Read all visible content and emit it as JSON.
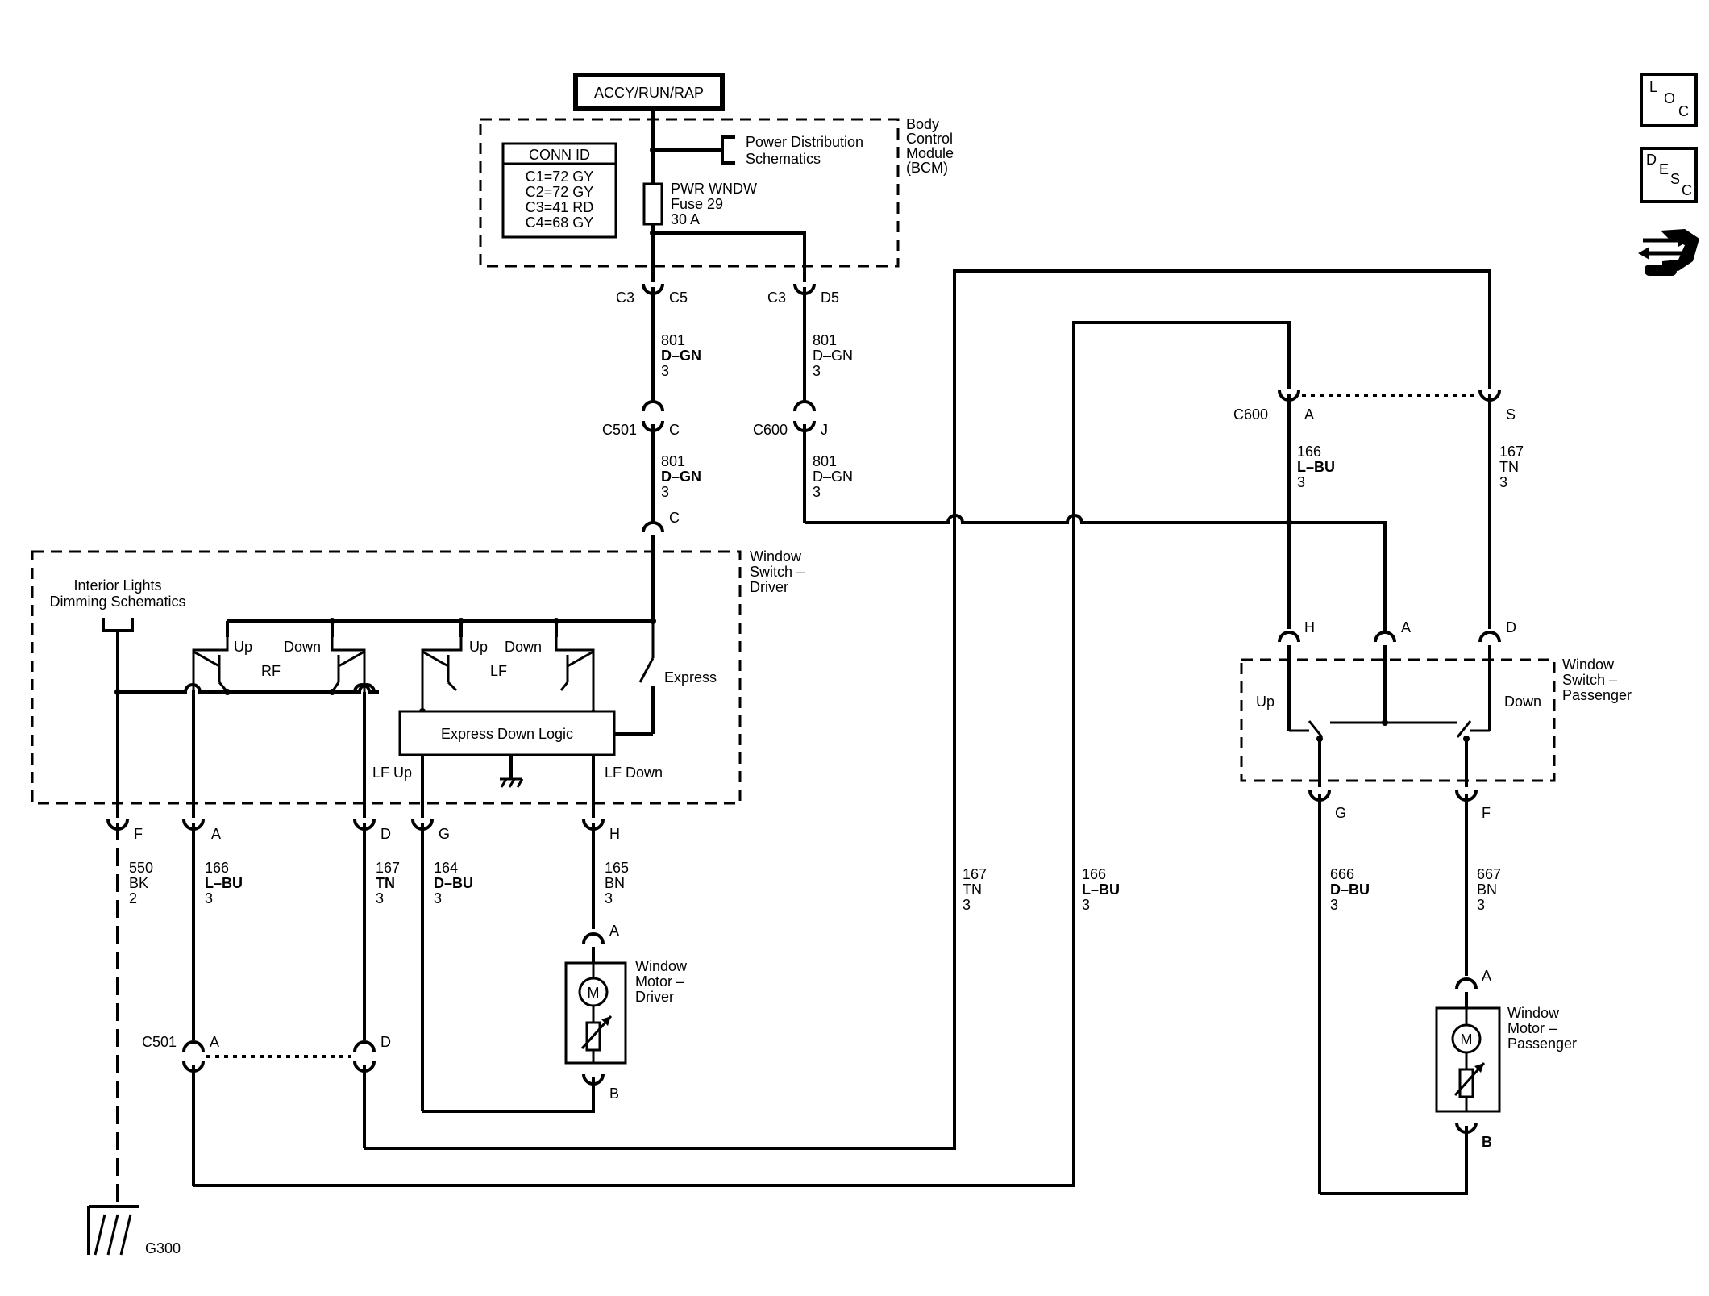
{
  "power": {
    "label": "ACCY/RUN/RAP"
  },
  "bcm": {
    "title": [
      "Body",
      "Control",
      "Module",
      "(BCM)"
    ],
    "conn_id_title": "CONN ID",
    "conn_id": [
      "C1=72 GY",
      "C2=72 GY",
      "C3=41 RD",
      "C4=68 GY"
    ],
    "pds": [
      "Power Distribution",
      "Schematics"
    ],
    "fuse": [
      "PWR WNDW",
      "Fuse 29",
      "30 A"
    ]
  },
  "connectors": {
    "c3_left": "C3",
    "c5": "C5",
    "c3_right": "C3",
    "d5": "D5",
    "c501": "C501",
    "c501_pin": "C",
    "c600_left": "C600",
    "c600_left_pin": "J",
    "sw_c": "C",
    "c600": "C600",
    "c600_a": "A",
    "c600_s": "S",
    "ps_h": "H",
    "ps_a": "A",
    "ps_d": "D",
    "ps_g": "G",
    "ps_f": "F",
    "ds_f": "F",
    "ds_a": "A",
    "ds_d": "D",
    "ds_g": "G",
    "ds_h": "H",
    "md_a": "A",
    "md_b": "B",
    "c501b": "C501",
    "c501b_a": "A",
    "c501b_d": "D",
    "mp_a": "A",
    "mp_b": "B",
    "ground": "G300"
  },
  "wires": {
    "w801a": [
      "801",
      "D–GN",
      "3"
    ],
    "w801b": [
      "801",
      "D–GN",
      "3"
    ],
    "w801c": [
      "801",
      "D–GN",
      "3"
    ],
    "w801d": [
      "801",
      "D–GN",
      "3"
    ],
    "w166top": [
      "166",
      "L–BU",
      "3"
    ],
    "w167top": [
      "167",
      "TN",
      "3"
    ],
    "w550": [
      "550",
      "BK",
      "2"
    ],
    "w166": [
      "166",
      "L–BU",
      "3"
    ],
    "w167": [
      "167",
      "TN",
      "3"
    ],
    "w164": [
      "164",
      "D–BU",
      "3"
    ],
    "w165": [
      "165",
      "BN",
      "3"
    ],
    "w167mid": [
      "167",
      "TN",
      "3"
    ],
    "w166mid": [
      "166",
      "L–BU",
      "3"
    ],
    "w666": [
      "666",
      "D–BU",
      "3"
    ],
    "w667": [
      "667",
      "BN",
      "3"
    ]
  },
  "driver_switch": {
    "title": [
      "Window",
      "Switch –",
      "Driver"
    ],
    "interior": [
      "Interior Lights",
      "Dimming Schematics"
    ],
    "rf_up": "Up",
    "rf_down": "Down",
    "rf": "RF",
    "lf_up": "Up",
    "lf_down": "Down",
    "lf": "LF",
    "express": "Express",
    "logic": "Express Down Logic",
    "lf_up_out": "LF Up",
    "lf_down_out": "LF Down"
  },
  "passenger_switch": {
    "title": [
      "Window",
      "Switch –",
      "Passenger"
    ],
    "up": "Up",
    "down": "Down"
  },
  "motor_driver": {
    "title": [
      "Window",
      "Motor –",
      "Driver"
    ],
    "m": "M"
  },
  "motor_passenger": {
    "title": [
      "Window",
      "Motor –",
      "Passenger"
    ],
    "m": "M"
  },
  "nav_icons": {
    "loc": [
      "L",
      "O",
      "C"
    ],
    "desc": [
      "D",
      "E",
      "S",
      "C"
    ]
  }
}
